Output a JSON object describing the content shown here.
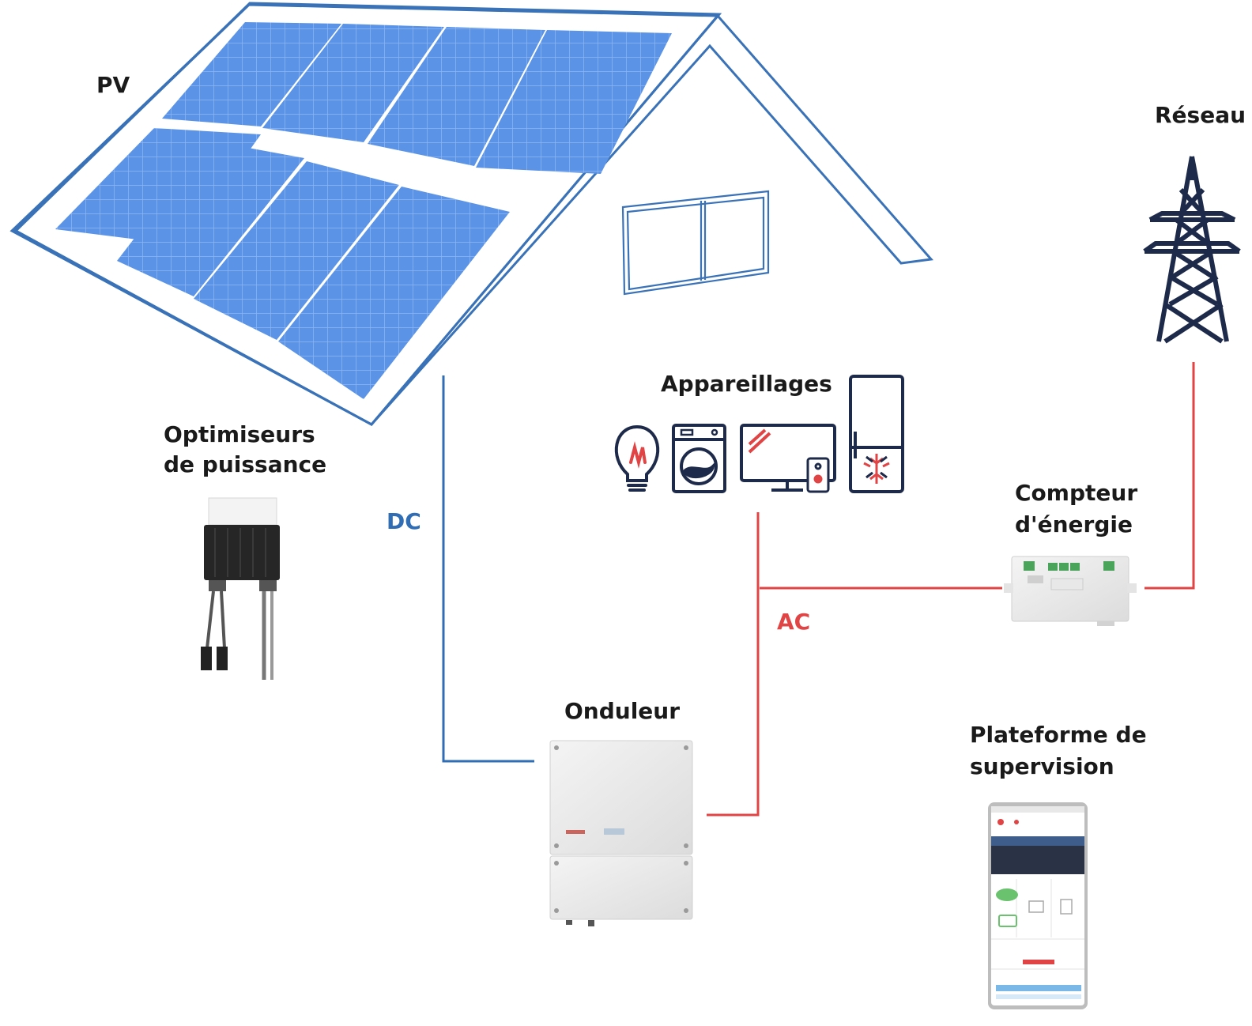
{
  "labels": {
    "pv": "PV",
    "grid": "Réseau",
    "appliances": "Appareillages",
    "optimizers_line1": "Optimiseurs",
    "optimizers_line2": "de puissance",
    "dc": "DC",
    "ac": "AC",
    "meter_line1": "Compteur",
    "meter_line2": "d'énergie",
    "inverter": "Onduleur",
    "monitoring_line1": "Plateforme de",
    "monitoring_line2": "supervision"
  },
  "colors": {
    "dc_line": "#2f6db5",
    "ac_line": "#e04444",
    "house_outline": "#3a72b8",
    "panel_fill": "#5b93e6",
    "icon_navy": "#1e2a4a",
    "icon_red": "#e04444"
  },
  "icons": [
    "solar-panel-array",
    "transmission-tower-icon",
    "light-bulb-icon",
    "washing-machine-icon",
    "monitor-icon",
    "remote-icon",
    "fridge-icon",
    "power-optimizer",
    "energy-meter",
    "inverter",
    "smartphone-app"
  ]
}
